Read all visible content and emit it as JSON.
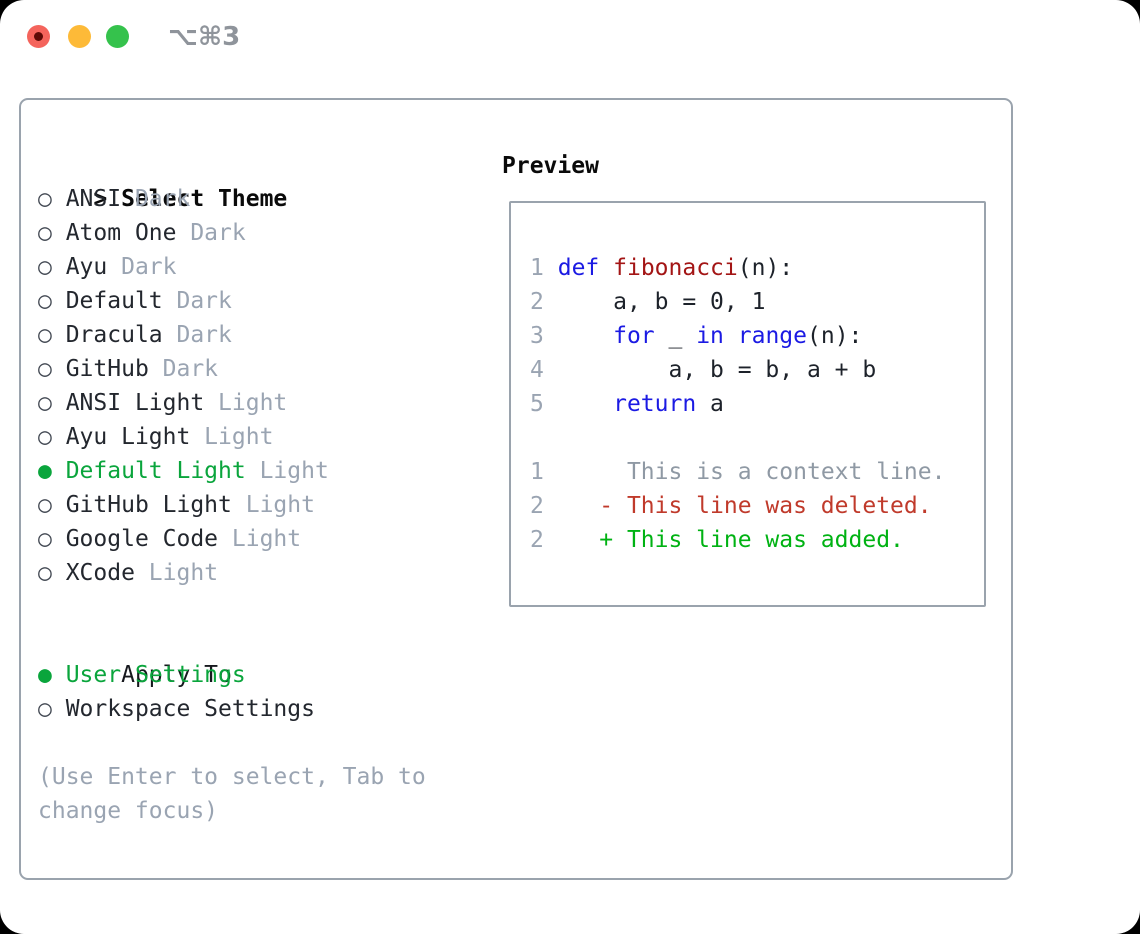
{
  "window": {
    "title": "⌥⌘3"
  },
  "traffic_lights": {
    "close_color": "#f4645c",
    "close_dot_color": "#5c0a06",
    "minimize_color": "#fdba38",
    "zoom_color": "#35c24c"
  },
  "theme_picker": {
    "header_prefix": "> ",
    "header_label": "Select Theme",
    "markers": {
      "selected": "●",
      "unselected": "○"
    },
    "items": [
      {
        "name": "ANSI",
        "variant": "Dark",
        "selected": false
      },
      {
        "name": "Atom One",
        "variant": "Dark",
        "selected": false
      },
      {
        "name": "Ayu",
        "variant": "Dark",
        "selected": false
      },
      {
        "name": "Default",
        "variant": "Dark",
        "selected": false
      },
      {
        "name": "Dracula",
        "variant": "Dark",
        "selected": false
      },
      {
        "name": "GitHub",
        "variant": "Dark",
        "selected": false
      },
      {
        "name": "ANSI Light",
        "variant": "Light",
        "selected": false
      },
      {
        "name": "Ayu Light",
        "variant": "Light",
        "selected": false
      },
      {
        "name": "Default Light",
        "variant": "Light",
        "selected": true
      },
      {
        "name": "GitHub Light",
        "variant": "Light",
        "selected": false
      },
      {
        "name": "Google Code",
        "variant": "Light",
        "selected": false
      },
      {
        "name": "XCode",
        "variant": "Light",
        "selected": false
      }
    ],
    "apply_header_prefix": "  ",
    "apply_header_label": "Apply To",
    "apply_options": [
      {
        "name": "User Settings",
        "selected": true
      },
      {
        "name": "Workspace Settings",
        "selected": false
      }
    ],
    "hint_lines": [
      "(Use Enter to select, Tab to",
      "change focus)"
    ]
  },
  "preview": {
    "title": "Preview",
    "code_lines": [
      [
        {
          "t": "1",
          "s": "num"
        },
        {
          "t": " ",
          "s": "plain"
        },
        {
          "t": "def",
          "s": "kw"
        },
        {
          "t": " ",
          "s": "plain"
        },
        {
          "t": "fibonacci",
          "s": "fn"
        },
        {
          "t": "(n):",
          "s": "plain"
        }
      ],
      [
        {
          "t": "2",
          "s": "num"
        },
        {
          "t": "     a, b = 0, 1",
          "s": "plain"
        }
      ],
      [
        {
          "t": "3",
          "s": "num"
        },
        {
          "t": "     ",
          "s": "plain"
        },
        {
          "t": "for",
          "s": "kw"
        },
        {
          "t": " _ ",
          "s": "plain"
        },
        {
          "t": "in",
          "s": "kw"
        },
        {
          "t": " ",
          "s": "plain"
        },
        {
          "t": "range",
          "s": "kw"
        },
        {
          "t": "(n):",
          "s": "plain"
        }
      ],
      [
        {
          "t": "4",
          "s": "num"
        },
        {
          "t": "         a, b = b, a + b",
          "s": "plain"
        }
      ],
      [
        {
          "t": "5",
          "s": "num"
        },
        {
          "t": "     ",
          "s": "plain"
        },
        {
          "t": "return",
          "s": "kw"
        },
        {
          "t": " a",
          "s": "plain"
        }
      ],
      [],
      [
        {
          "t": "1",
          "s": "num"
        },
        {
          "t": "      ",
          "s": "plain"
        },
        {
          "t": "This is a context line.",
          "s": "ctx"
        }
      ],
      [
        {
          "t": "2",
          "s": "num"
        },
        {
          "t": "    ",
          "s": "plain"
        },
        {
          "t": "- This line was deleted.",
          "s": "del"
        }
      ],
      [
        {
          "t": "2",
          "s": "num"
        },
        {
          "t": "    ",
          "s": "plain"
        },
        {
          "t": "+ This line was added.",
          "s": "add"
        }
      ]
    ]
  },
  "colors": {
    "selection_green": "#0aa53c",
    "added_green": "#00b213",
    "deleted_red": "#c03a2b",
    "keyword_blue": "#1b1ae3",
    "function_red": "#a31515",
    "muted_gray": "#9aa4b2",
    "context_gray": "#8f99a4",
    "text_dark": "#23272e",
    "border_gray": "#9aa3ad",
    "title_gray": "#8f949b"
  }
}
